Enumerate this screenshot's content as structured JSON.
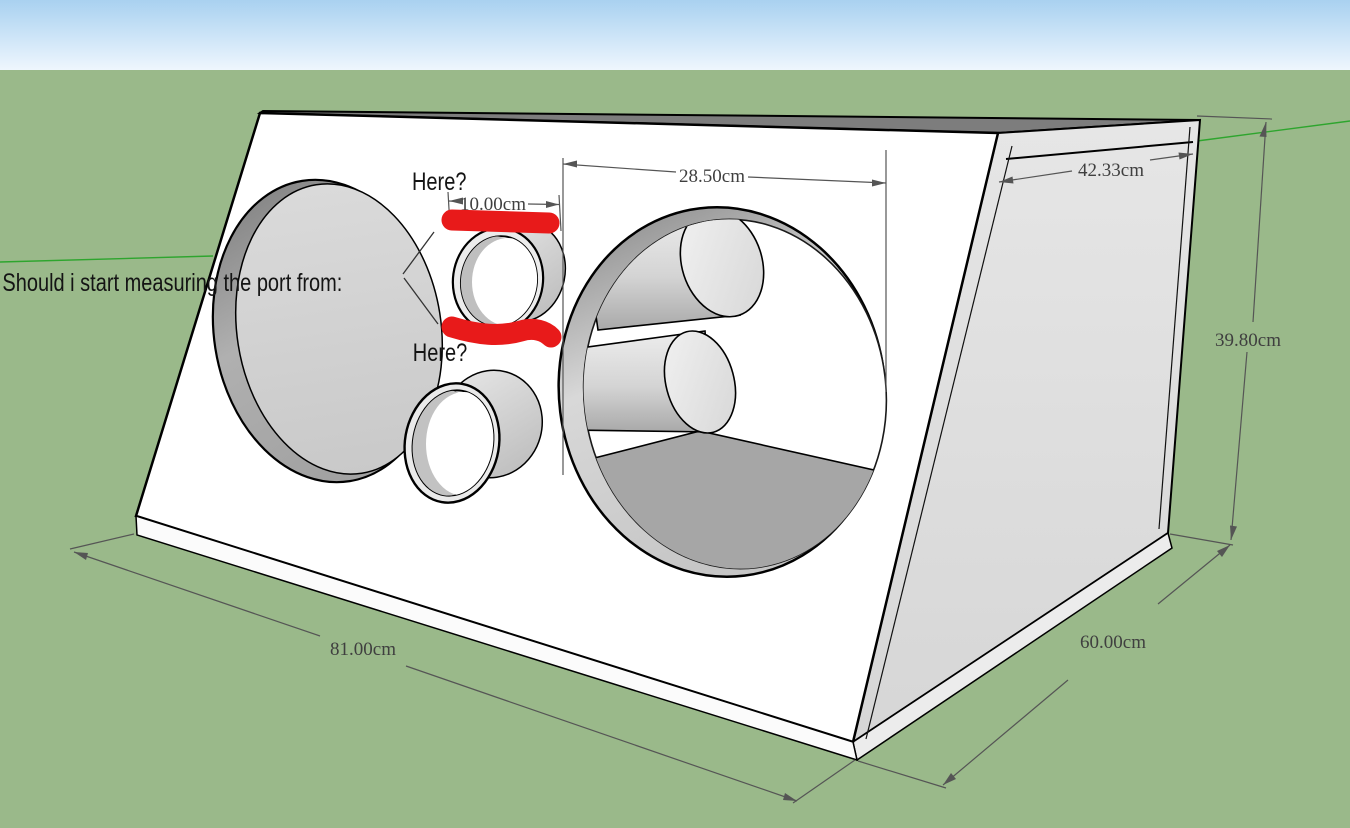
{
  "viewport": {
    "annotations": {
      "question": "Should i start measuring the port from:",
      "here_top": "Here?",
      "here_bottom": "Here?"
    },
    "dimensions": {
      "port_width": "10.00cm",
      "cutout_width": "28.50cm",
      "top_depth": "42.33cm",
      "back_height": "39.80cm",
      "front_width": "81.00cm",
      "side_depth": "60.00cm"
    },
    "colors": {
      "sky_top": "#a9d1f0",
      "sky_horizon": "#eef6fd",
      "ground": "#9ab98a",
      "axis_green": "#2ea52e",
      "marker_red": "#e81a1a",
      "dim_line": "#555555",
      "dim_text": "#3f3f3f",
      "top_face": "#7d7d7d",
      "side_face": "#e0e0e0",
      "front_face": "#ffffff"
    }
  }
}
